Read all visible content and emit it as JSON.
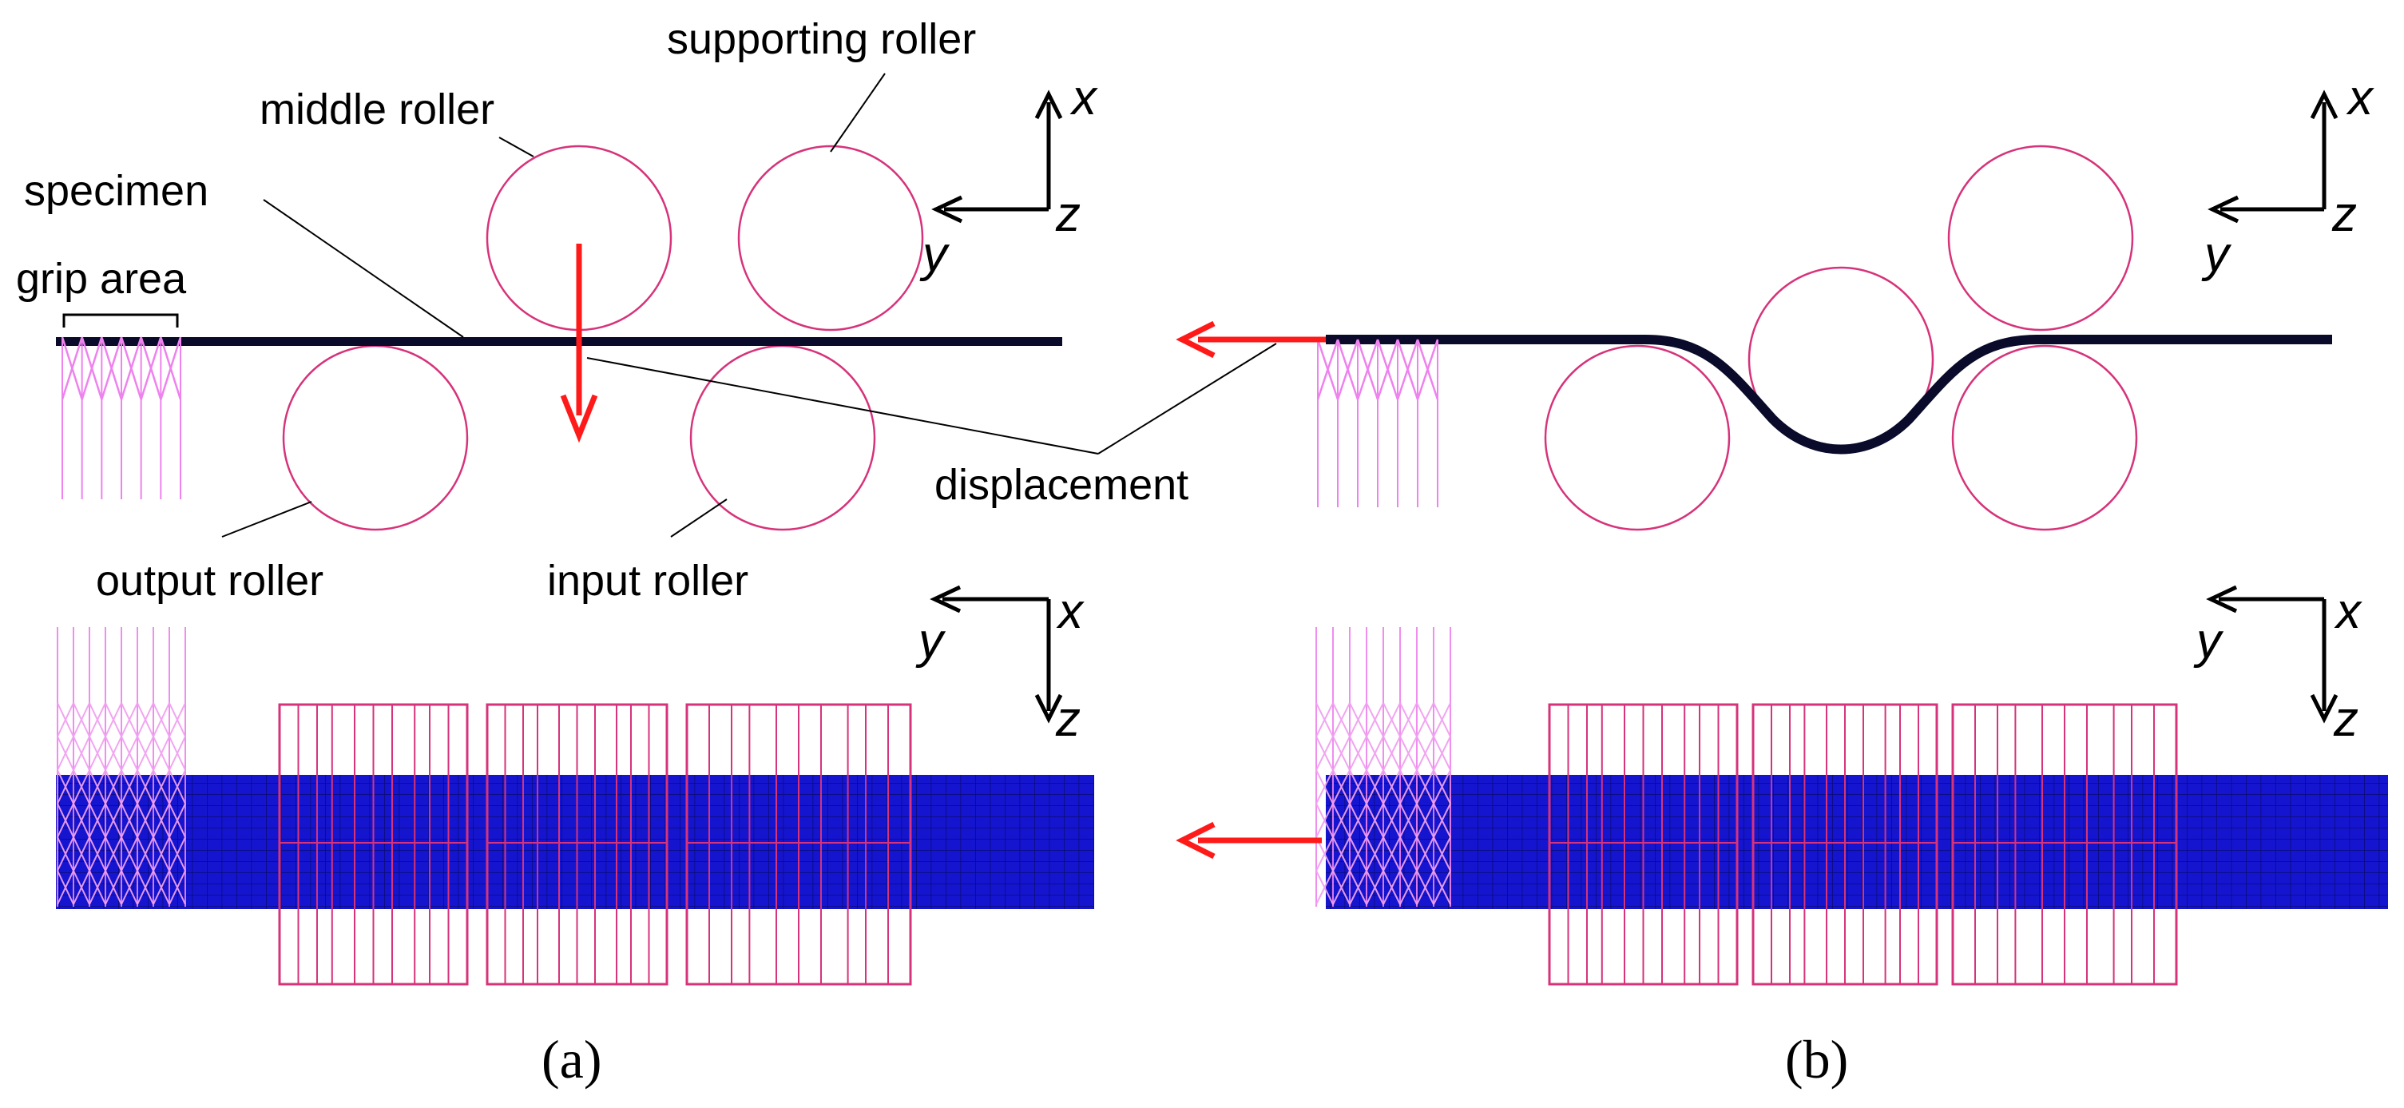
{
  "labels": {
    "supporting_roller": "supporting roller",
    "middle_roller": "middle roller",
    "specimen": "specimen",
    "grip_area": "grip area",
    "displacement": "displacement",
    "output_roller": "output roller",
    "input_roller": "input roller"
  },
  "axes": {
    "x": "x",
    "y": "y",
    "z": "z"
  },
  "captions": {
    "a": "(a)",
    "b": "(b)"
  },
  "colors": {
    "roller": "#d6337a",
    "grip": "#ee82ee",
    "specimen_mesh": "#1010c8",
    "specimen_line": "#0a0a2a",
    "arrow": "#ff1a1a",
    "text": "#000000"
  }
}
